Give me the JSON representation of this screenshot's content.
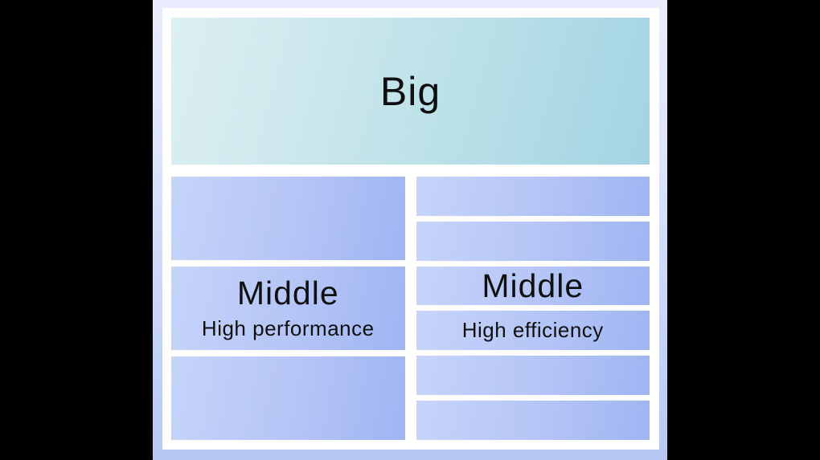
{
  "diagram": {
    "big": {
      "label": "Big",
      "count": 1
    },
    "middle_performance": {
      "label": "Middle",
      "sublabel": "High performance",
      "block_count": 3
    },
    "middle_efficiency": {
      "label": "Middle",
      "sublabel": "High efficiency",
      "block_count": 6
    },
    "colors": {
      "letterbox_background": "#000000",
      "panel_gradient_top": "#e9edfd",
      "panel_gradient_bottom": "#b7c7f5",
      "frame": "#ffffff",
      "big_block_gradient_start": "#ddeff2",
      "big_block_gradient_end": "#a3d4e3",
      "core_block_gradient_start": "#c6d4f9",
      "core_block_gradient_end": "#9fb5f3",
      "text": "#101010"
    }
  }
}
